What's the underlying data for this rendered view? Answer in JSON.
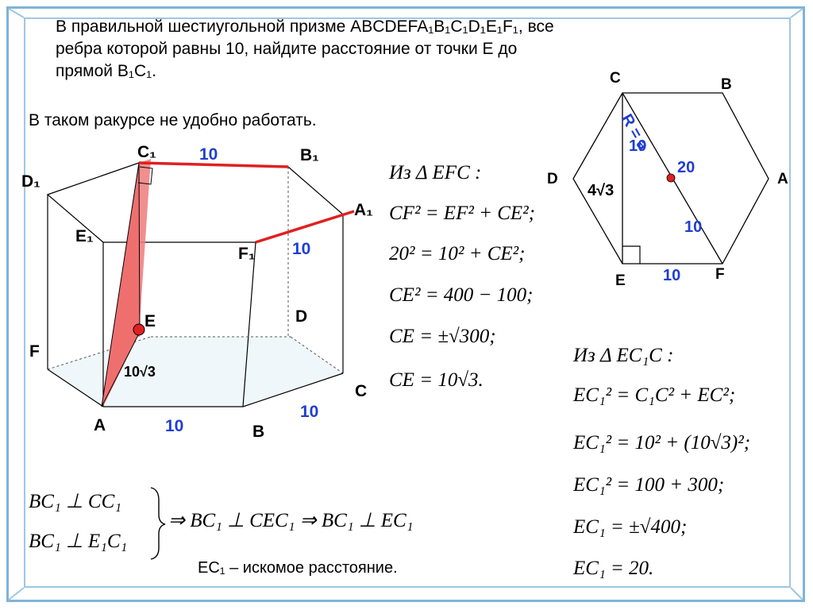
{
  "problem": {
    "line1": "В правильной шестиугольной призме ABCDEFA₁B₁C₁D₁E₁F₁, все",
    "line2": "ребра которой равны 10, найдите расстояние от точки E до",
    "line3": "прямой B₁C₁."
  },
  "note": "В таком ракурсе не удобно работать.",
  "conclusion": "EC₁ – искомое расстояние.",
  "prism": {
    "labels": {
      "C1": "C₁",
      "B1": "B₁",
      "D1": "D₁",
      "A1": "A₁",
      "E1": "E₁",
      "F1": "F₁",
      "E": "E",
      "D": "D",
      "F": "F",
      "C": "C",
      "A": "A",
      "B": "B"
    },
    "edge_top": "10",
    "edge_side": "10",
    "edge_bottom_ab": "10",
    "edge_bottom_bc": "10",
    "diag_label": "10√3",
    "colors": {
      "highlight_edge": "#e02020",
      "triangle_fill": "#ef7b7b",
      "point": "#e02020"
    }
  },
  "hexagon": {
    "labels": {
      "C": "C",
      "B": "B",
      "D": "D",
      "A": "A",
      "E": "E",
      "F": "F"
    },
    "r_label": "R = a",
    "seg_upper": "10",
    "seg_lower": "10",
    "diag": "20",
    "height": "4√3",
    "base": "10",
    "colors": {
      "accent": "#1f3ed1",
      "point": "#e02020"
    }
  },
  "calc1": {
    "title": "Из Δ EFC :",
    "l1": "CF² = EF² + CE²;",
    "l2": "20² = 10² + CE²;",
    "l3": "CE² = 400 − 100;",
    "l4": "CE = ±√300;",
    "l5": "CE = 10√3."
  },
  "calc2": {
    "title": "Из Δ EC₁C :",
    "l1": "EC₁² = C₁C² + EC²;",
    "l2": "EC₁² = 10² + (10√3)²;",
    "l3": "EC₁² = 100 + 300;",
    "l4": "EC₁ = ±√400;",
    "l5": "EC₁ = 20."
  },
  "system": {
    "l1": "BC₁ ⊥ CC₁",
    "l2": "BC₁ ⊥ E₁C₁",
    "result": "⇒ BC₁ ⊥ CEC₁ ⇒ BC₁ ⊥ EC₁"
  }
}
